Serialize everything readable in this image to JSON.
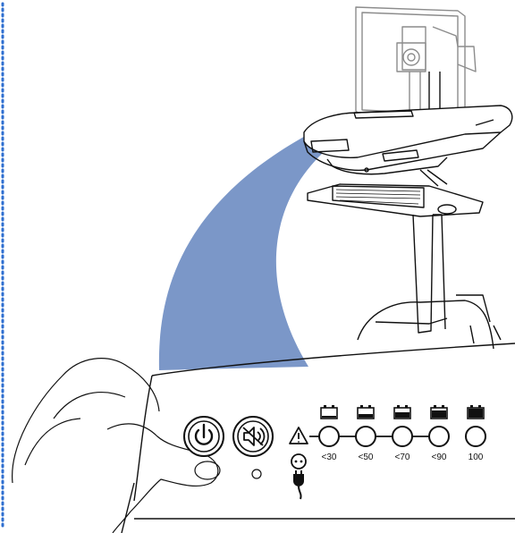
{
  "battery_levels": [
    {
      "label": "<30",
      "fill": 0.2
    },
    {
      "label": "<50",
      "fill": 0.4
    },
    {
      "label": "<70",
      "fill": 0.6
    },
    {
      "label": "<90",
      "fill": 0.8
    },
    {
      "label": "100",
      "fill": 1.0
    }
  ],
  "colors": {
    "beam": "#7b97c8",
    "line": "#111111",
    "border_dots": "#2f6fd0",
    "monitor": "#999999"
  },
  "icons": {
    "power": "power-icon",
    "mute": "speaker-mute-icon",
    "warning": "warning-triangle-icon",
    "ac": "ac-plug-icon",
    "battery": "battery-icon"
  }
}
